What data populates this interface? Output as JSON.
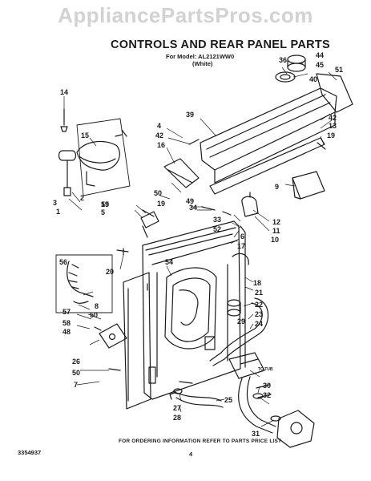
{
  "watermark": "AppliancePartsPros.com",
  "title": "CONTROLS AND REAR PANEL PARTS",
  "model_line": "For Model: AL2121WW0",
  "color_line": "(White)",
  "footnote": "FOR ORDERING INFORMATION REFER TO PARTS PRICE LIST",
  "doc_number": "3354937",
  "page_number": "4",
  "flow_label": "TO TUB",
  "callouts": [
    "1",
    "2",
    "3",
    "4",
    "5",
    "6",
    "7",
    "8",
    "9",
    "10",
    "11",
    "12",
    "13",
    "14",
    "15",
    "16",
    "17",
    "18",
    "19",
    "19",
    "19",
    "20",
    "21",
    "22",
    "23",
    "24",
    "25",
    "26",
    "27",
    "28",
    "29",
    "30",
    "31",
    "32",
    "33",
    "34",
    "36",
    "39",
    "40",
    "42",
    "42",
    "44",
    "45",
    "48",
    "49",
    "50",
    "50",
    "50",
    "51",
    "52",
    "54",
    "55",
    "56",
    "57",
    "58"
  ]
}
